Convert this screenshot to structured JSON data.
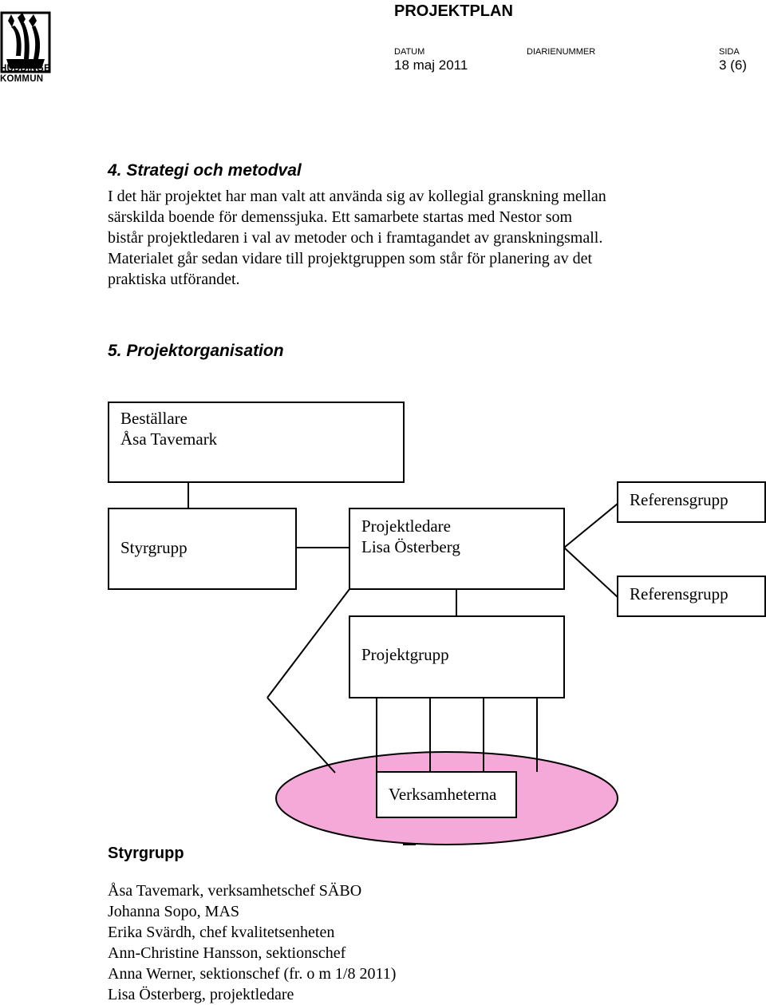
{
  "header": {
    "logo_text": [
      "HUDDINGE",
      "KOMMUN"
    ],
    "doc_type": "PROJEKTPLAN",
    "meta": [
      {
        "label": "DATUM",
        "value": "18 maj 2011"
      },
      {
        "label": "DIARIENUMMER",
        "value": ""
      },
      {
        "label": "SIDA",
        "value": "3 (6)"
      }
    ]
  },
  "section4": {
    "heading": "4. Strategi och metodval",
    "lines": [
      "I det här projektet har man valt att använda sig av kollegial granskning mellan",
      "särskilda boende för demenssjuka. Ett samarbete startas med Nestor som",
      "bistår projektledaren i val av metoder och i framtagandet av granskningsmall.",
      "Materialet går sedan vidare till projektgruppen som står för planering av det",
      "praktiska utförandet."
    ]
  },
  "section5": {
    "heading": "5. Projektorganisation"
  },
  "org": {
    "bestallare": [
      "Beställare",
      "Åsa Tavemark"
    ],
    "styrgrupp": "Styrgrupp",
    "projektledare": [
      "Projektledare",
      "Lisa Österberg"
    ],
    "referensgrupp_1": "Referensgrupp",
    "referensgrupp_2": "Referensgrupp",
    "projektgrupp": "Projektgrupp",
    "verksamheterna": "Verksamheterna",
    "ellipse_color": "#f5a9d8"
  },
  "styrgrupp_members": {
    "heading": "Styrgrupp",
    "members": [
      "Åsa Tavemark, verksamhetschef SÄBO",
      "Johanna Sopo, MAS",
      "Erika Svärdh, chef kvalitetsenheten",
      "Ann-Christine Hansson, sektionschef",
      "Anna Werner, sektionschef (fr. o m 1/8 2011)",
      "Lisa Österberg, projektledare"
    ]
  }
}
